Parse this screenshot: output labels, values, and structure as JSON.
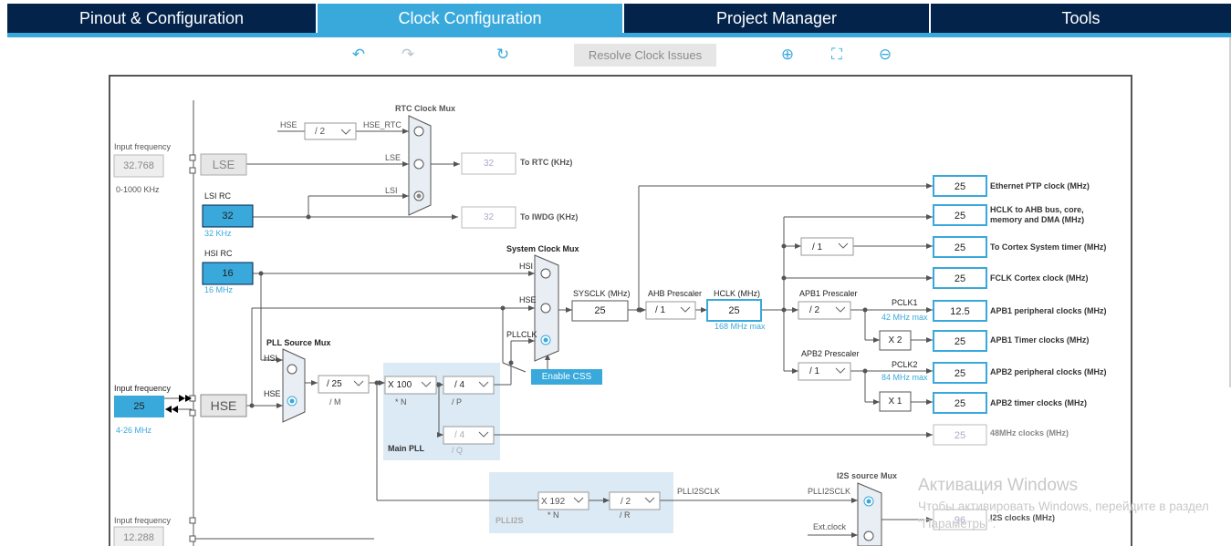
{
  "tabs": [
    "Pinout & Configuration",
    "Clock Configuration",
    "Project Manager",
    "Tools"
  ],
  "toolbar": {
    "undo_icon": "undo-icon",
    "redo_icon": "redo-icon",
    "reset_icon": "refresh-icon",
    "resolve_label": "Resolve Clock Issues",
    "zoom_in_icon": "zoom-in-icon",
    "fit_icon": "fit-screen-icon",
    "zoom_out_icon": "zoom-out-icon"
  },
  "left": {
    "lse_input_label": "Input frequency",
    "lse_value": "32.768",
    "lse_range": "0-1000 KHz",
    "lse": "LSE",
    "lsi_rc": "LSI RC",
    "lsi_value": "32",
    "lsi_unit": "32 KHz",
    "hsi_rc": "HSI RC",
    "hsi_value": "16",
    "hsi_unit": "16 MHz",
    "hse_input_label": "Input frequency",
    "hse_value": "25",
    "hse_range": "4-26 MHz",
    "hse": "HSE",
    "i2s_input_label": "Input frequency",
    "i2s_value": "12.288"
  },
  "rtc": {
    "title": "RTC Clock Mux",
    "hse": "HSE",
    "div": "/ 2",
    "hse_rtc": "HSE_RTC",
    "lse": "LSE",
    "lsi": "LSI",
    "rtc_value": "32",
    "rtc_label": "To RTC (KHz)",
    "iwdg_value": "32",
    "iwdg_label": "To IWDG (KHz)"
  },
  "pll": {
    "src_title": "PLL Source Mux",
    "hsi": "HSI",
    "hse": "HSE",
    "m": "/ 25",
    "m_label": "/ M",
    "n": "X 100",
    "n_label": "* N",
    "p": "/ 4",
    "p_label": "/ P",
    "q": "/ 4",
    "q_label": "/ Q",
    "main_pll": "Main PLL"
  },
  "sys": {
    "title": "System Clock Mux",
    "hsi": "HSI",
    "hse": "HSE",
    "pllclk": "PLLCLK",
    "enable_css": "Enable CSS",
    "sysclk_label": "SYSCLK (MHz)",
    "sysclk": "25",
    "ahb_label": "AHB Prescaler",
    "ahb": "/ 1",
    "hclk_label": "HCLK (MHz)",
    "hclk": "25",
    "hclk_max": "168 MHz max",
    "apb1_label": "APB1 Prescaler",
    "apb1": "/ 2",
    "pclk1": "PCLK1",
    "pclk1_max": "42 MHz max",
    "apb2_label": "APB2 Prescaler",
    "apb2": "/ 1",
    "pclk2": "PCLK2",
    "pclk2_max": "84 MHz max",
    "cortex_div": "/ 1",
    "x2": "X 2",
    "x1": "X 1"
  },
  "outputs": [
    {
      "value": "25",
      "label": "Ethernet PTP clock (MHz)"
    },
    {
      "value": "25",
      "label": "HCLK to AHB bus, core, memory and DMA (MHz)"
    },
    {
      "value": "25",
      "label": "To Cortex System timer (MHz)"
    },
    {
      "value": "25",
      "label": "FCLK Cortex clock (MHz)"
    },
    {
      "value": "12.5",
      "label": "APB1 peripheral clocks (MHz)"
    },
    {
      "value": "25",
      "label": "APB1 Timer clocks (MHz)"
    },
    {
      "value": "25",
      "label": "APB2 peripheral clocks (MHz)"
    },
    {
      "value": "25",
      "label": "APB2 timer clocks (MHz)"
    },
    {
      "value": "25",
      "label": "48MHz clocks (MHz)"
    }
  ],
  "i2s": {
    "plli2s": "PLLI2S",
    "n": "X 192",
    "n_label": "* N",
    "r": "/ 2",
    "r_label": "/ R",
    "plli2sclk": "PLLI2SCLK",
    "mux_title": "I2S source Mux",
    "mux_plli2sclk": "PLLI2SCLK",
    "ext": "Ext.clock",
    "value": "96",
    "label": "I2S clocks (MHz)"
  },
  "watermark": {
    "title": "Активация Windows",
    "text": "Чтобы активировать Windows, перейдите в раздел \"Параметры\"."
  },
  "colors": {
    "navy": "#03234b",
    "accent": "#39a9dc",
    "line": "#555555"
  }
}
